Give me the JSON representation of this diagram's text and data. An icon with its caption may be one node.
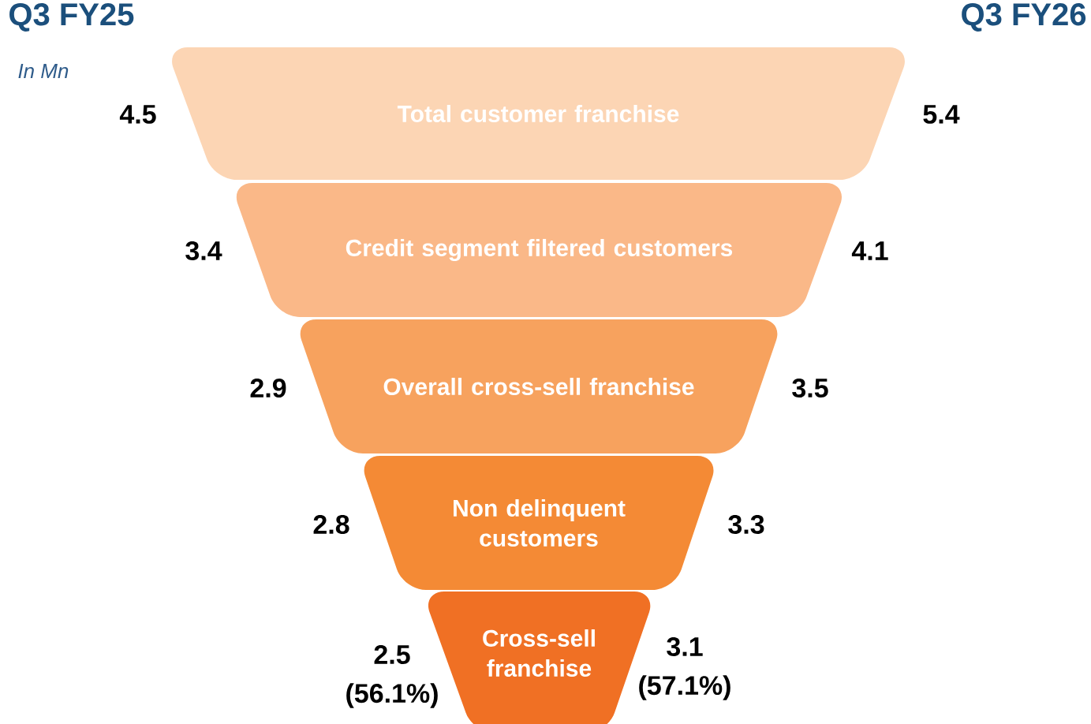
{
  "diagram": {
    "nodes": [
      {
        "text": [
          "Total customer franchise"
        ],
        "beside": [
          "4.5",
          "5.4"
        ]
      },
      {
        "text": [
          "Credit segment filtered customers"
        ],
        "beside": [
          "3.4",
          "4.1"
        ]
      },
      {
        "text": [
          "Overall cross-sell franchise"
        ],
        "beside": [
          "2.9",
          "3.5"
        ]
      },
      {
        "text": [
          "Non delinquent customers"
        ],
        "beside": [
          "2.8",
          "3.3"
        ]
      },
      {
        "text": [
          "Cross-sell franchise"
        ],
        "beside": [
          "2.5",
          "(56.1%)",
          "3.1",
          "(57.1%)"
        ]
      }
    ],
    "labels": [
      "Q3 FY25",
      "Q3 FY26",
      "In Mn"
    ]
  }
}
